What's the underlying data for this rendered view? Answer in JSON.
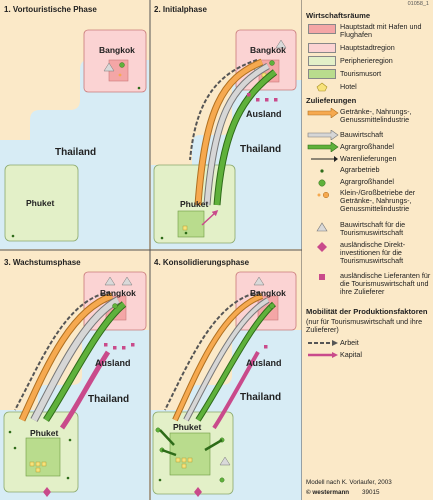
{
  "map_code": "01058_1",
  "panels": [
    {
      "title": "1. Vortouristische Phase",
      "bangkok": "Bangkok",
      "thailand": "Thailand",
      "phuket": "Phuket",
      "ausland": ""
    },
    {
      "title": "2. Initialphase",
      "bangkok": "Bangkok",
      "thailand": "Thailand",
      "phuket": "Phuket",
      "ausland": "Ausland"
    },
    {
      "title": "3. Wachstumsphase",
      "bangkok": "Bangkok",
      "thailand": "Thailand",
      "phuket": "Phuket",
      "ausland": "Ausland"
    },
    {
      "title": "4. Konsolidierungsphase",
      "bangkok": "Bangkok",
      "thailand": "Thailand",
      "phuket": "Phuket",
      "ausland": "Ausland"
    }
  ],
  "legend": {
    "wirtschaftsraeume_title": "Wirtschaftsräume",
    "wirtschaftsraeume": [
      {
        "label": "Hauptstadt mit Hafen und Flughafen",
        "color": "#f4a6a6"
      },
      {
        "label": "Hauptstadtregion",
        "color": "#fbd3d3"
      },
      {
        "label": "Peripherieregion",
        "color": "#e3f0c8"
      },
      {
        "label": "Tourismusort",
        "color": "#b9dc8d"
      },
      {
        "label": "Hotel",
        "color": "#f7e27a"
      }
    ],
    "zulieferungen_title": "Zulieferungen",
    "zulieferungen": [
      {
        "label": "Getränke-, Nahrungs-, Genussmittelindustrie",
        "color": "#f6a94f"
      },
      {
        "label": "Bauwirtschaft",
        "color": "#c9c9c9"
      },
      {
        "label": "Agrargroßhandel",
        "color": "#5fb13b"
      },
      {
        "label": "Warenlieferungen",
        "color": "#222222"
      }
    ],
    "symbols": [
      {
        "label": "Agrarbetrieb"
      },
      {
        "label": "Agrargroßhandel"
      },
      {
        "label": "Klein-/Großbetriebe der Getränke-, Nahrungs-, Genussmittelindustrie"
      },
      {
        "label": "Bauwirtschaft für die Tourismuswirtschaft"
      },
      {
        "label": "ausländische Direkt-investitionen für die Tourismuswirtschaft"
      },
      {
        "label": "ausländische Lieferanten für die Tourismuswirtschaft und ihre Zulieferer"
      }
    ],
    "mobility_title": "Mobilität der Produktionsfaktoren",
    "mobility_sub": "(nur für Tourismuswirtschaft und ihre Zulieferer)",
    "mobility": [
      {
        "label": "Arbeit"
      },
      {
        "label": "Kapital"
      }
    ],
    "credit": "Modell nach K. Vorlaufer, 2003",
    "publisher": "© westermann",
    "publisher_code": "39015"
  }
}
